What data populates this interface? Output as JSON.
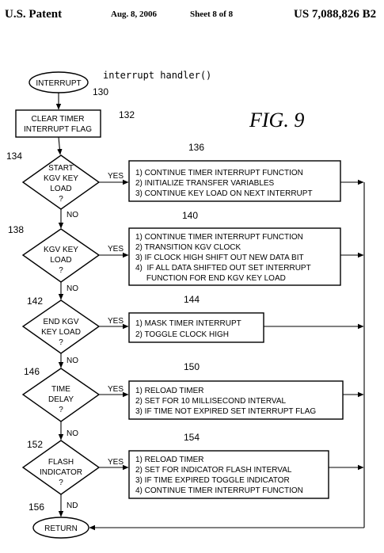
{
  "header": {
    "left": "U.S. Patent",
    "date": "Aug. 8, 2006",
    "sheet": "Sheet 8 of 8",
    "patent_no": "US 7,088,826 B2"
  },
  "figure_label": "FIG. 9",
  "start": {
    "label": "INTERRUPT",
    "ref": "130",
    "note": "interrupt handler()"
  },
  "clear": {
    "lines": [
      "CLEAR TIMER",
      "INTERRUPT FLAG"
    ],
    "ref": "132"
  },
  "decisions": [
    {
      "ref": "134",
      "lines": [
        "START",
        "KGV KEY",
        "LOAD",
        "?"
      ],
      "box_ref": "136",
      "actions": [
        "1)  CONTINUE TIMER INTERRUPT FUNCTION",
        "2)  INITIALIZE TRANSFER VARIABLES",
        "3)  CONTINUE KEY LOAD ON NEXT INTERRUPT"
      ]
    },
    {
      "ref": "138",
      "lines": [
        "KGV KEY",
        "LOAD",
        "?"
      ],
      "box_ref": "140",
      "actions": [
        "1)  CONTINUE TIMER INTERRUPT FUNCTION",
        "2)  TRANSITION KGV CLOCK",
        "3)  IF CLOCK HIGH SHIFT OUT NEW DATA BIT",
        "4)  IF ALL DATA SHIFTED OUT SET INTERRUPT",
        "     FUNCTION FOR END KGV KEY LOAD"
      ]
    },
    {
      "ref": "142",
      "lines": [
        "END KGV",
        "KEY LOAD",
        "?"
      ],
      "box_ref": "144",
      "actions": [
        "1)  MASK TIMER INTERRUPT",
        "2)  TOGGLE CLOCK HIGH"
      ]
    },
    {
      "ref": "146",
      "lines": [
        "TIME",
        "DELAY",
        "?"
      ],
      "box_ref": "150",
      "actions": [
        "1)  RELOAD TIMER",
        "2)  SET FOR 10 MILLISECOND INTERVAL",
        "3)  IF TIME NOT EXPIRED SET INTERRUPT FLAG"
      ]
    },
    {
      "ref": "152",
      "lines": [
        "FLASH",
        "INDICATOR",
        "?"
      ],
      "box_ref": "154",
      "actions": [
        "1)  RELOAD TIMER",
        "2)  SET FOR INDICATOR FLASH INTERVAL",
        "3)  IF TIME EXPIRED TOGGLE INDICATOR",
        "4)  CONTINUE TIMER INTERRUPT FUNCTION"
      ]
    }
  ],
  "branch_labels": {
    "yes": "YES",
    "no": "NO",
    "no_last": "ND"
  },
  "end": {
    "label": "RETURN",
    "ref": "156"
  }
}
